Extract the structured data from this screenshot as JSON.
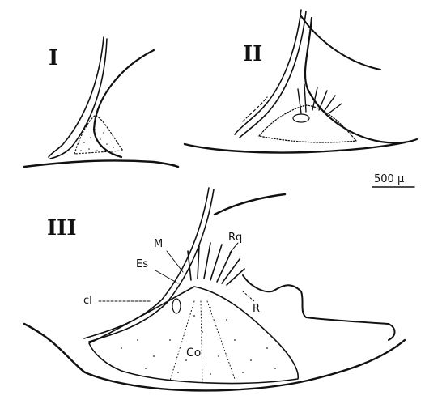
{
  "panels": {
    "p1": "I",
    "p2": "II",
    "p3": "III"
  },
  "scale_bar": "500 μ",
  "labels": {
    "m": "M",
    "rq": "Rq",
    "es": "Es",
    "cl": "cl",
    "r": "R",
    "co": "Co"
  }
}
